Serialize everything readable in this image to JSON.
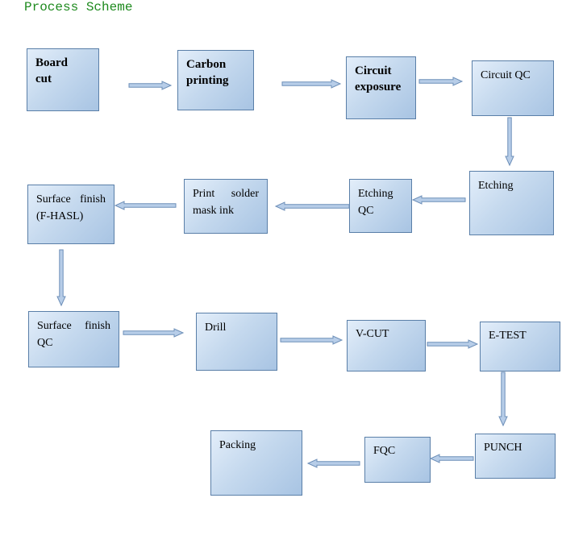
{
  "title": "Process Scheme",
  "colors": {
    "title": "#1e8a1e",
    "box_border": "#5a7fa8",
    "arrow_fill": "#b7cde8",
    "arrow_stroke": "#6d8fb8"
  },
  "steps": {
    "board_cut": "Board cut",
    "carbon_printing": "Carbon printing",
    "circuit_exposure": "Circuit exposure",
    "circuit_qc": "Circuit QC",
    "etching": "Etching",
    "etching_qc": "Etching QC",
    "print_solder_mask": "Print solder mask ink",
    "surface_finish": "Surface finish (F-HASL)",
    "surface_finish_qc": "Surface finish QC",
    "drill": "Drill",
    "v_cut": "V-CUT",
    "e_test": "E-TEST",
    "punch": "PUNCH",
    "fqc": "FQC",
    "packing": "Packing"
  }
}
